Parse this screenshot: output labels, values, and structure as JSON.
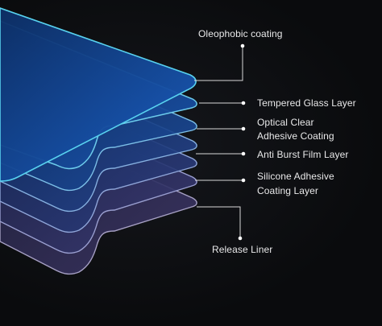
{
  "labels": {
    "oleophobic": "Oleophobic coating",
    "tempered": "Tempered Glass Layer",
    "optical_line1": "Optical Clear",
    "optical_line2": "Adhesive Coating",
    "antiburst": "Anti Burst Film Layer",
    "silicone_line1": "Silicone Adhesive",
    "silicone_line2": "Coating Layer",
    "release": "Release Liner"
  },
  "colors": {
    "background": "#0b0c0e",
    "text": "#e9e9ea",
    "leader_line": "#d8d8d8",
    "top_layer": "#1a5ec2",
    "top_layer_edge": "#58d2ef",
    "bottom_layer": "#3a2f6e",
    "bottom_layer_edge": "#a6a0c4"
  }
}
